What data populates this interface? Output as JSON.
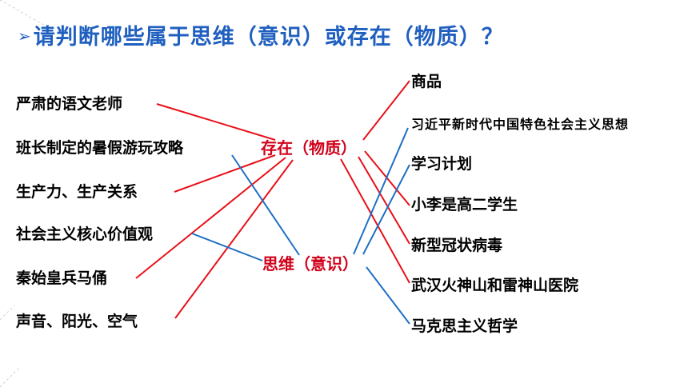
{
  "title": "请判断哪些属于思维（意识）或存在（物质）？",
  "title_marker": "➢",
  "colors": {
    "title": "#1f5fbf",
    "center_text": "#d0021b",
    "line_existence": "#e8101a",
    "line_thought": "#1e6fc4",
    "item_text": "#000000"
  },
  "centers": {
    "existence": "存在（物质）",
    "thought": "思维（意识）"
  },
  "left_items": [
    "严肃的语文老师",
    "班长制定的暑假游玩攻略",
    "生产力、生产关系",
    "社会主义核心价值观",
    "秦始皇兵马俑",
    "声音、阳光、空气"
  ],
  "right_items": [
    "商品",
    "习近平新时代中国特色社会主义思想",
    "学习计划",
    "小李是高二学生",
    "新型冠状病毒",
    "武汉火神山和雷神山医院",
    "马克思主义哲学"
  ],
  "connections": {
    "existence": [
      "严肃的语文老师",
      "生产力、生产关系",
      "秦始皇兵马俑",
      "声音、阳光、空气",
      "商品",
      "小李是高二学生",
      "新型冠状病毒",
      "武汉火神山和雷神山医院"
    ],
    "thought": [
      "班长制定的暑假游玩攻略",
      "社会主义核心价值观",
      "习近平新时代中国特色社会主义思想",
      "学习计划",
      "马克思主义哲学"
    ]
  }
}
